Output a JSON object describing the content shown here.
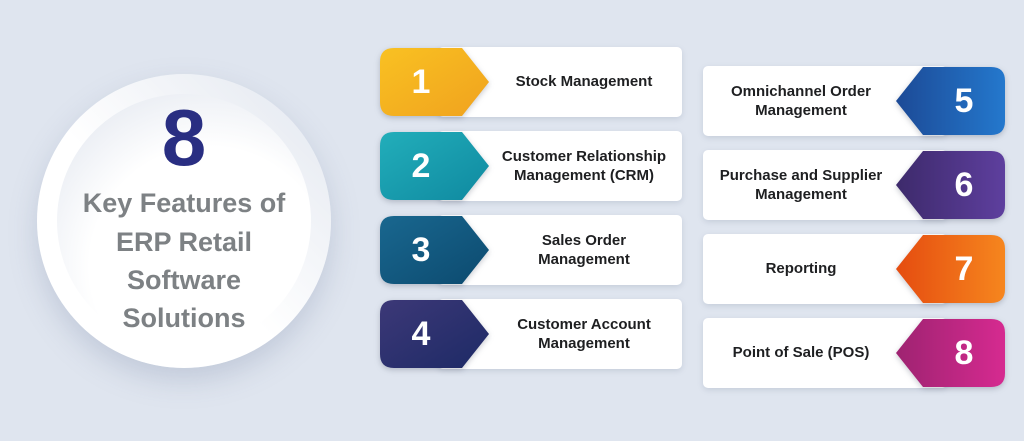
{
  "background_color": "#dfe5ef",
  "badge": {
    "count": "8",
    "count_color": "#292e82",
    "title": "Key Features of\nERP Retail\nSoftware\nSolutions",
    "title_color": "#7d8184"
  },
  "features": [
    {
      "number": "1",
      "label": "Stock Management",
      "direction": "right",
      "gradient": [
        "#f9c122",
        "#f0a21e"
      ]
    },
    {
      "number": "2",
      "label": "Customer Relationship\nManagement (CRM)",
      "direction": "right",
      "gradient": [
        "#22aeba",
        "#0f89a0"
      ]
    },
    {
      "number": "3",
      "label": "Sales Order\nManagement",
      "direction": "right",
      "gradient": [
        "#19678f",
        "#0c4a6f"
      ]
    },
    {
      "number": "4",
      "label": "Customer Account\nManagement",
      "direction": "right",
      "gradient": [
        "#3c3877",
        "#1d2a66"
      ]
    },
    {
      "number": "5",
      "label": "Omnichannel Order\nManagement",
      "direction": "left",
      "gradient": [
        "#1c4a96",
        "#2478cd"
      ]
    },
    {
      "number": "6",
      "label": "Purchase and Supplier\nManagement",
      "direction": "left",
      "gradient": [
        "#3d2a6b",
        "#5e3f9e"
      ]
    },
    {
      "number": "7",
      "label": "Reporting",
      "direction": "left",
      "gradient": [
        "#e54c10",
        "#f6861e"
      ]
    },
    {
      "number": "8",
      "label": "Point of Sale (POS)",
      "direction": "left",
      "gradient": [
        "#9e2371",
        "#d62a90"
      ]
    }
  ]
}
